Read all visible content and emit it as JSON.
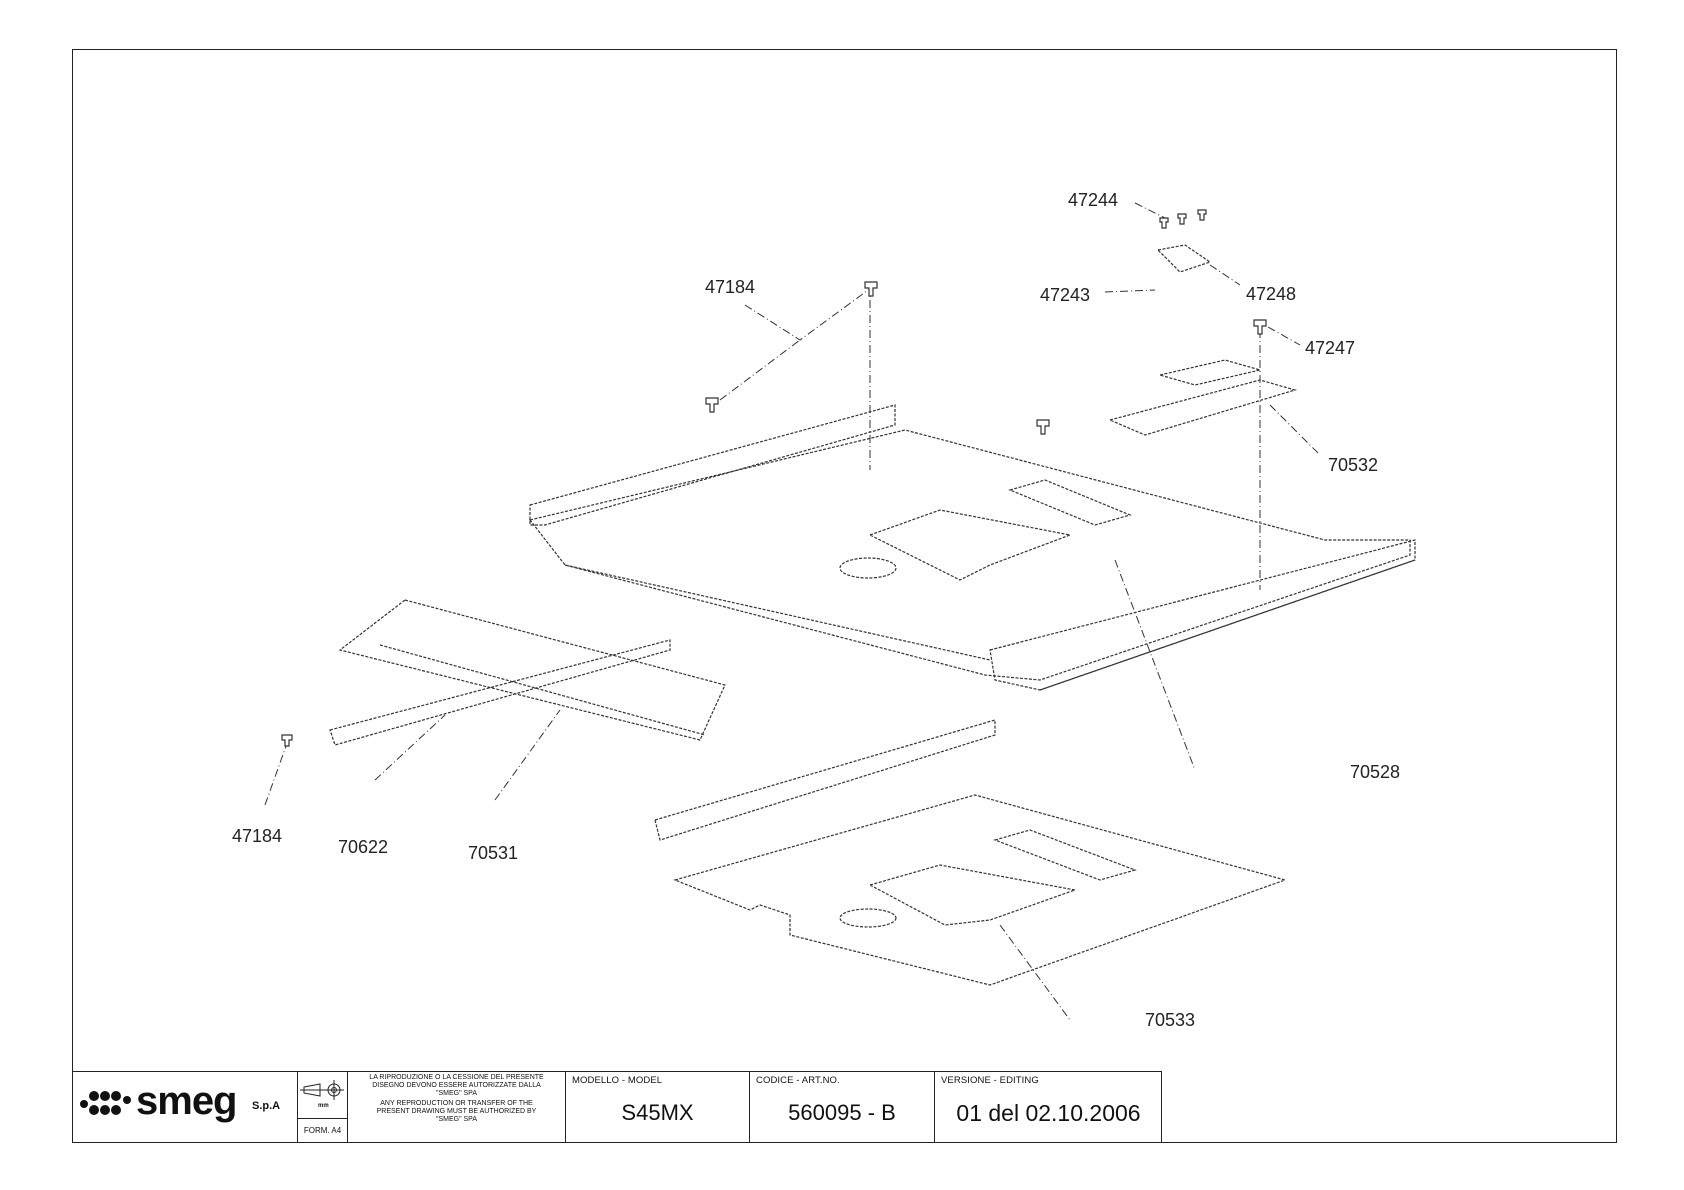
{
  "callouts": {
    "c47244": "47244",
    "c47243": "47243",
    "c47248": "47248",
    "c47247": "47247",
    "c47184_top": "47184",
    "c70532": "70532",
    "c70528": "70528",
    "c47184_bottom": "47184",
    "c70622": "70622",
    "c70531": "70531",
    "c70533": "70533"
  },
  "title_block": {
    "brand": "smeg",
    "brand_suffix": "S.p.A",
    "unit": "mm",
    "format": "FORM. A4",
    "notice_it": [
      "LA RIPRODUZIONE O LA CESSIONE DEL PRESENTE",
      "DISEGNO DEVONO ESSERE AUTORIZZATE DALLA",
      "\"SMEG\" SPA"
    ],
    "notice_en": [
      "ANY REPRODUCTION OR TRANSFER OF THE",
      "PRESENT DRAWING MUST BE AUTHORIZED BY",
      "\"SMEG\" SPA"
    ],
    "model_label": "MODELLO - MODEL",
    "model_value": "S45MX",
    "code_label": "CODICE - ART.NO.",
    "code_value": "560095 - B",
    "version_label": "VERSIONE - EDITING",
    "version_value": "01 del 02.10.2006"
  },
  "colors": {
    "line": "#222222",
    "paper": "#ffffff"
  }
}
